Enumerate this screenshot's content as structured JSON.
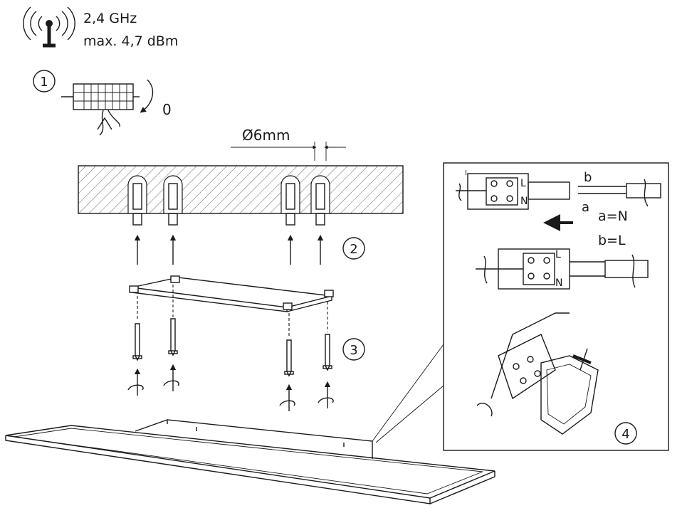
{
  "wireless": {
    "icon": "wireless-signal-icon",
    "frequency": "2,4 GHz",
    "power": "max. 4,7 dBm"
  },
  "steps": {
    "step1": {
      "number": "1",
      "position_label": "0"
    },
    "step2": {
      "number": "2"
    },
    "step3": {
      "number": "3"
    },
    "step4": {
      "number": "4"
    }
  },
  "drill": {
    "diameter_label": "Ø6mm"
  },
  "wiring": {
    "label_a": "a",
    "label_b": "b",
    "label_L_top": "L",
    "label_N_top": "N",
    "label_L_bottom": "L",
    "label_N_bottom": "N",
    "legend_a": "a=N",
    "legend_b": "b=L",
    "mark_i": "I"
  }
}
